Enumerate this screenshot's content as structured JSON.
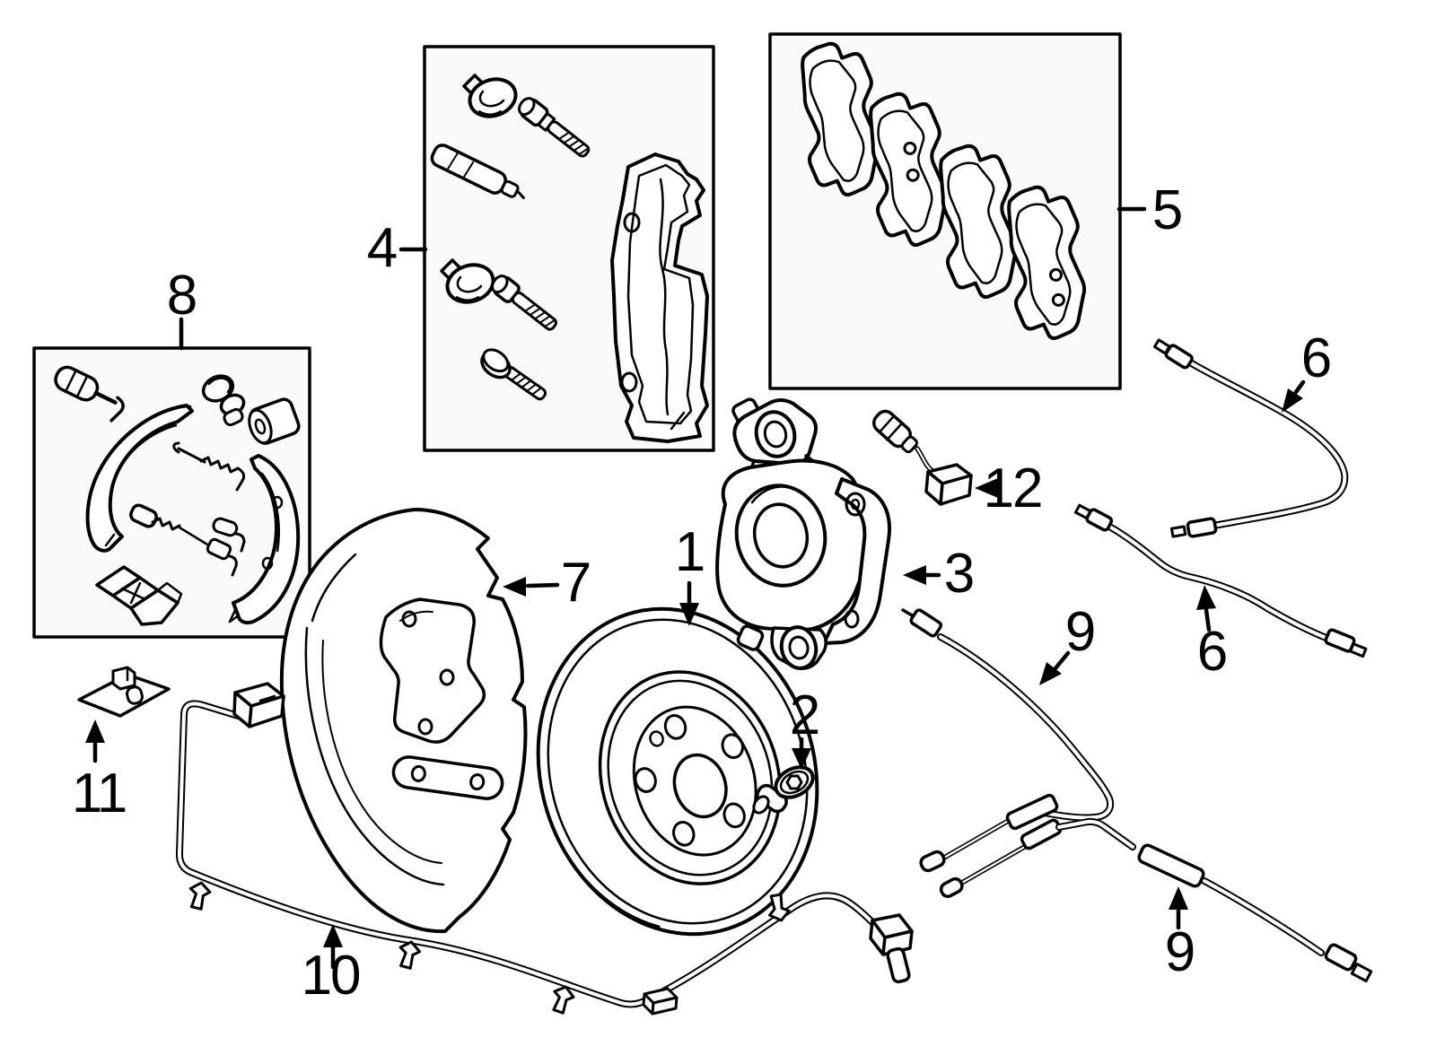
{
  "canvas": {
    "background": "#ffffff",
    "line_color": "#000000",
    "panel_fill": "#fafafa"
  },
  "callouts": {
    "c1": {
      "label": "1"
    },
    "c2": {
      "label": "2"
    },
    "c3": {
      "label": "3"
    },
    "c4": {
      "label": "4"
    },
    "c5": {
      "label": "5"
    },
    "c6a": {
      "label": "6"
    },
    "c6b": {
      "label": "6"
    },
    "c7": {
      "label": "7"
    },
    "c8": {
      "label": "8"
    },
    "c9a": {
      "label": "9"
    },
    "c9b": {
      "label": "9"
    },
    "c10": {
      "label": "10"
    },
    "c11": {
      "label": "11"
    },
    "c12": {
      "label": "12"
    }
  }
}
